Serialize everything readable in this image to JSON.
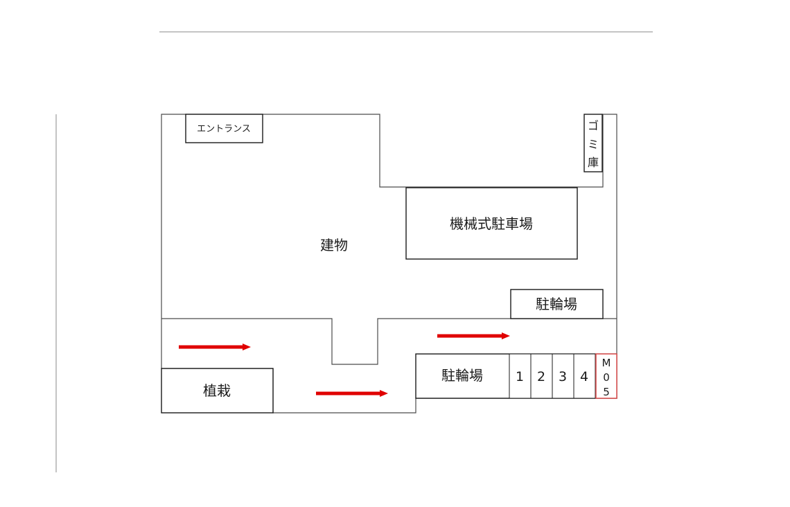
{
  "labels": {
    "entrance": "エントランス",
    "garbage": [
      "ゴ",
      "ミ",
      "庫"
    ],
    "building": "建物",
    "mechanical_parking": "機械式駐車場",
    "bicycle_parking_upper": "駐輪場",
    "bicycle_parking_lower": "駐輪場",
    "planting": "植栽",
    "slots": [
      "1",
      "2",
      "3",
      "4"
    ],
    "highlighted_slot": [
      "M",
      "0",
      "5"
    ]
  },
  "colors": {
    "arrow": "#e00000",
    "highlight": "#e05050",
    "line": "#4a4a4a"
  }
}
